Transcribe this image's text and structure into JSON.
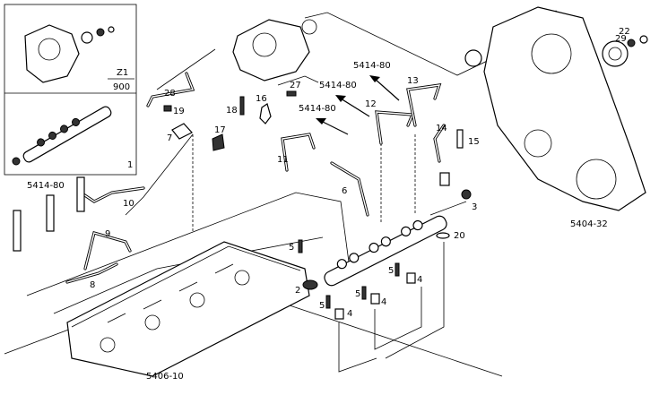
{
  "diagram": {
    "inset": {
      "pump_code": "Z1",
      "pump_qty": "900",
      "rail_ref": "1"
    },
    "callouts": {
      "ref_5414_80_a": "5414-80",
      "ref_5414_80_b": "5414-80",
      "ref_5414_80_c": "5414-80",
      "ref_5414_80_d": "5414-80",
      "p28": "28",
      "p19": "19",
      "p7": "7",
      "p18": "18",
      "p16": "16",
      "p17": "17",
      "p27": "27",
      "p13": "13",
      "p12": "12",
      "p14": "14",
      "p15": "15",
      "p11": "11",
      "p6": "6",
      "p10": "10",
      "p9": "9",
      "p8": "8",
      "p5a": "5",
      "p5b": "5",
      "p5c": "5",
      "p5d": "5",
      "p4a": "4",
      "p4b": "4",
      "p4c": "4",
      "p2": "2",
      "p3": "3",
      "p20": "20",
      "p29": "29",
      "p22": "22",
      "group_cover": "5404-32",
      "group_head": "5406-10"
    }
  }
}
